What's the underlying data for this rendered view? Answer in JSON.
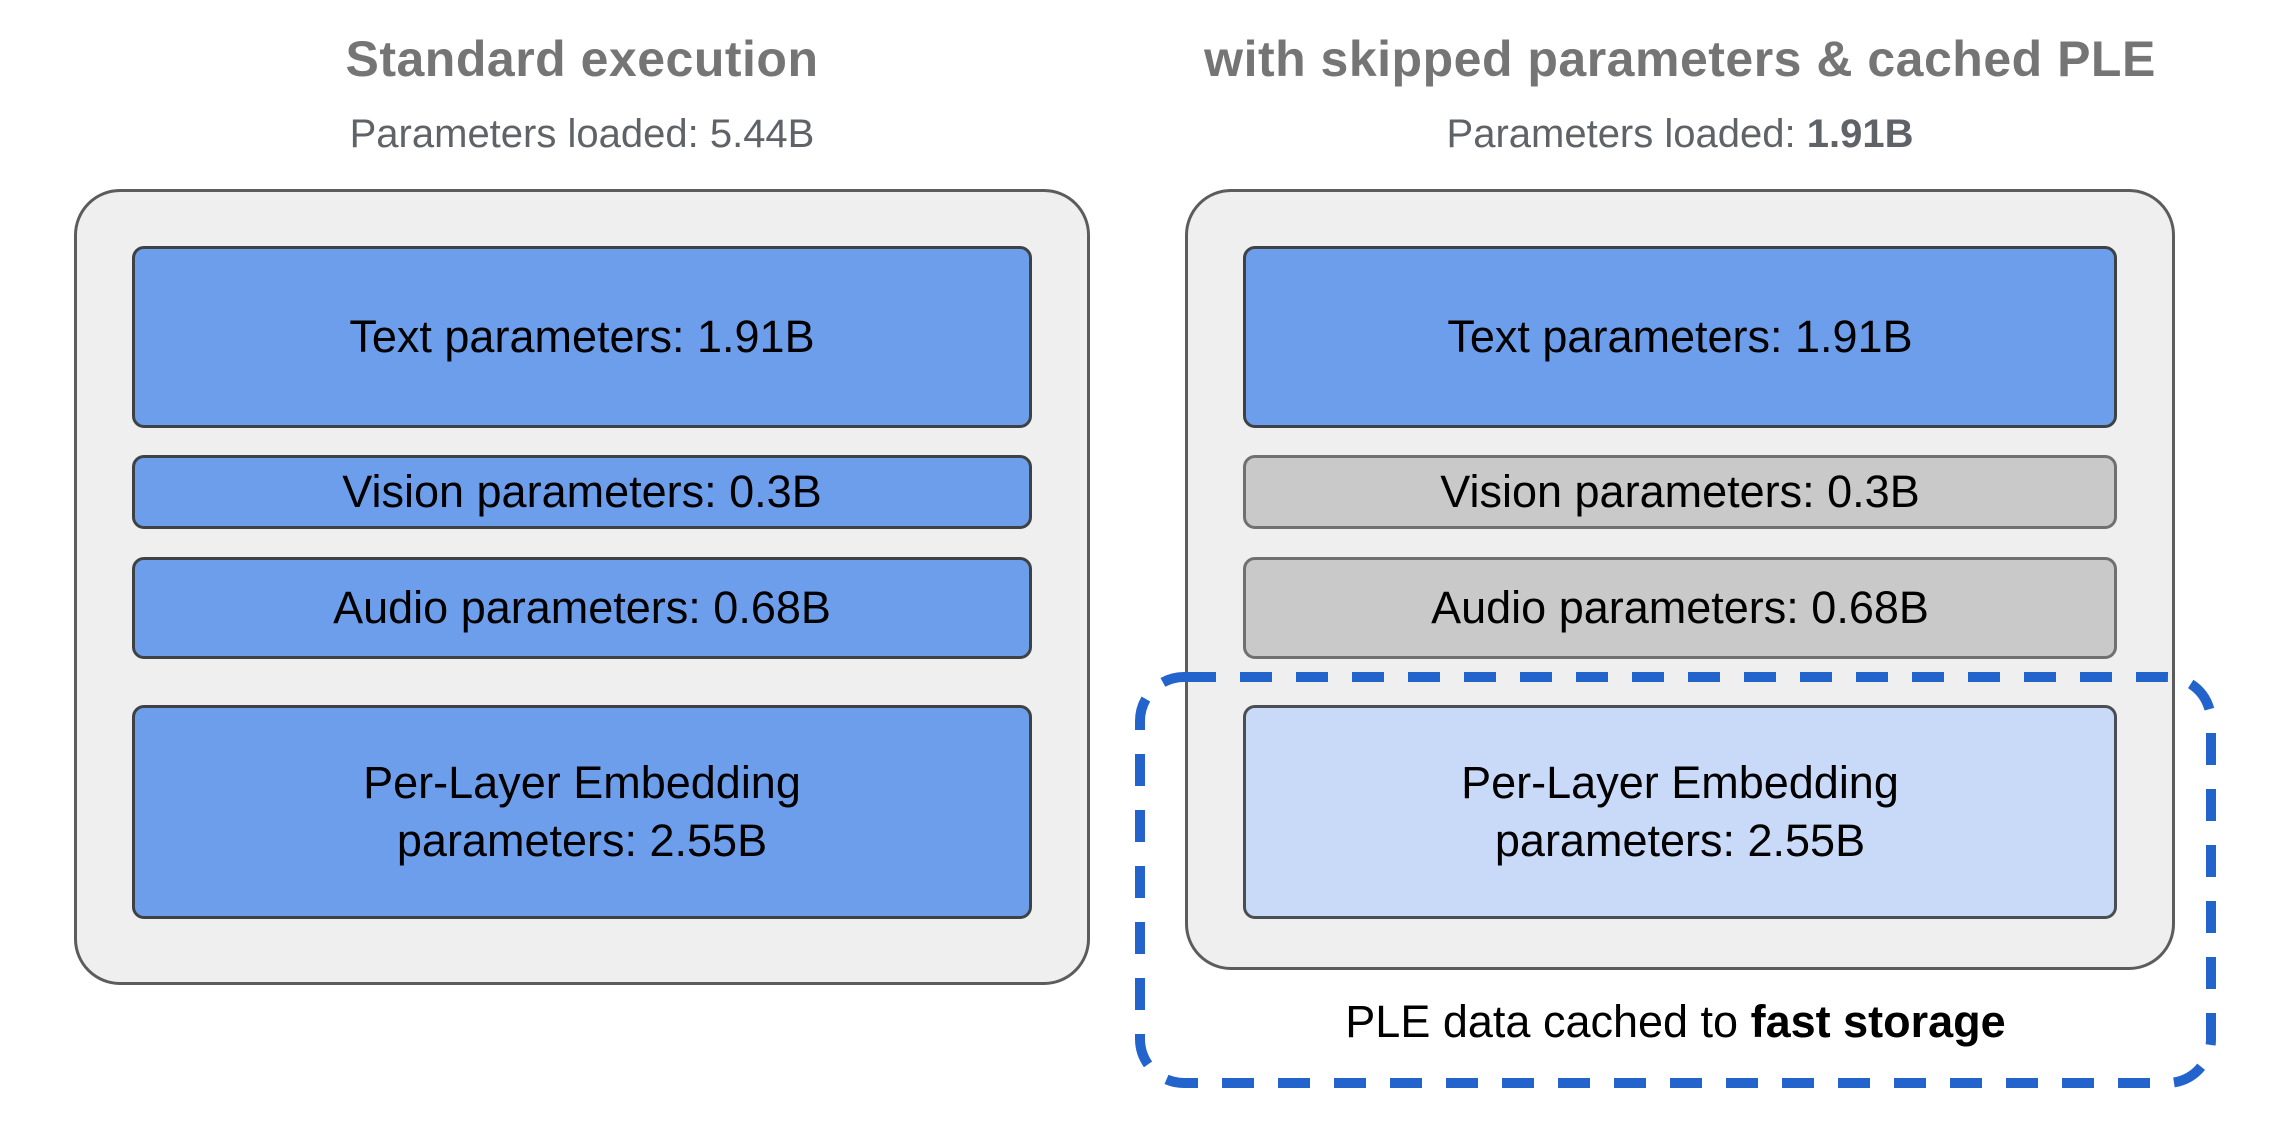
{
  "colors": {
    "title-gray": "#757575",
    "subtitle-gray": "#5f6368",
    "container-fill": "#efefef",
    "container-border": "#5c5c5c",
    "box-blue": "#6d9eeb",
    "box-blue-border": "#3f4245",
    "box-gray": "#c9c9c9",
    "box-gray-border": "#707070",
    "box-lightblue": "#c9daf8",
    "box-lightblue-border": "#4a4e52",
    "dash-blue": "#2363cc",
    "label-black": "#000000"
  },
  "left_panel": {
    "title": "Standard execution",
    "subtitle_prefix": "Parameters loaded: ",
    "subtitle_value": "5.44B",
    "boxes": [
      {
        "label": "Text parameters: 1.91B",
        "style": "blue"
      },
      {
        "label": "Vision parameters: 0.3B",
        "style": "blue"
      },
      {
        "label": "Audio parameters: 0.68B",
        "style": "blue"
      },
      {
        "label": "Per-Layer Embedding\nparameters: 2.55B",
        "style": "blue"
      }
    ]
  },
  "right_panel": {
    "title": "with skipped parameters & cached PLE",
    "subtitle_prefix": "Parameters loaded: ",
    "subtitle_value": "1.91B",
    "boxes": [
      {
        "label": "Text parameters: 1.91B",
        "style": "blue"
      },
      {
        "label": "Vision parameters: 0.3B",
        "style": "gray"
      },
      {
        "label": "Audio parameters: 0.68B",
        "style": "gray"
      },
      {
        "label": "Per-Layer Embedding\nparameters: 2.55B",
        "style": "lightblue"
      }
    ]
  },
  "ple_callout": {
    "caption_prefix": "PLE data cached to ",
    "caption_bold": "fast storage"
  }
}
